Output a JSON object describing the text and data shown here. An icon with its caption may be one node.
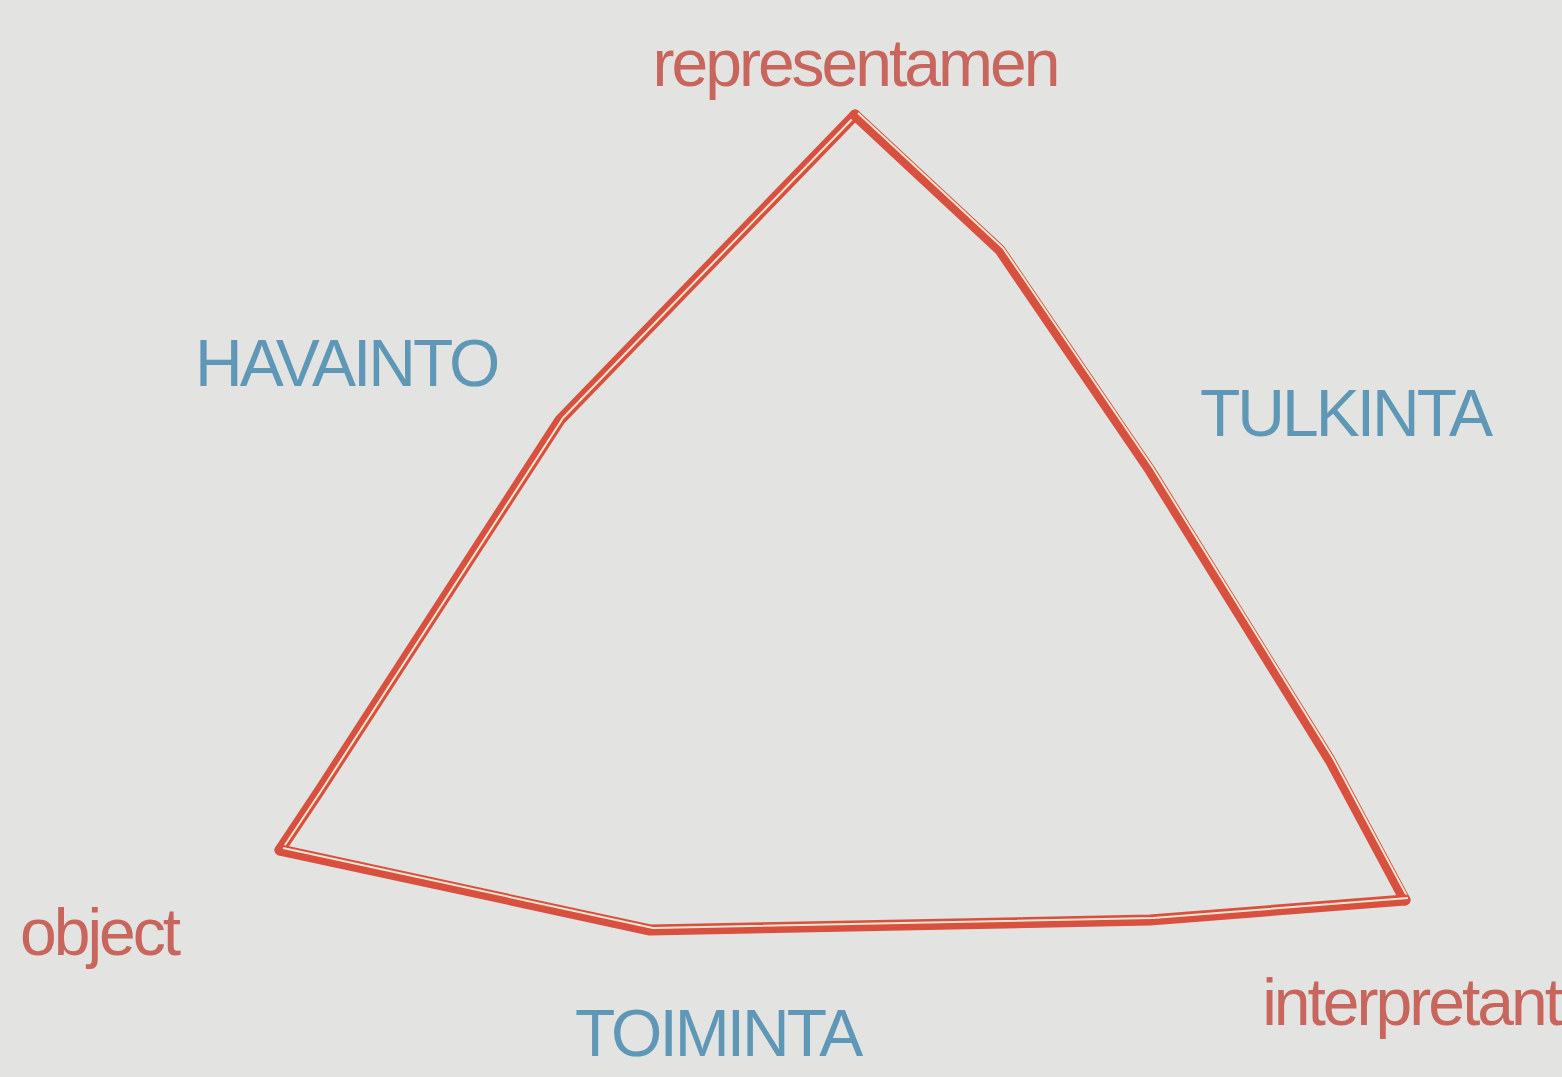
{
  "diagram": {
    "nodes": [
      {
        "text": [
          "representamen"
        ]
      },
      {
        "text": [
          "object"
        ]
      },
      {
        "text": [
          "interpretant"
        ]
      }
    ],
    "edges": [
      {
        "from": 0,
        "to": 1,
        "arrow": "none",
        "label": "HAVAINTO"
      },
      {
        "from": 0,
        "to": 2,
        "arrow": "none",
        "label": "TULKINTA"
      },
      {
        "from": 1,
        "to": 2,
        "arrow": "none",
        "label": "TOIMINTA"
      }
    ]
  }
}
